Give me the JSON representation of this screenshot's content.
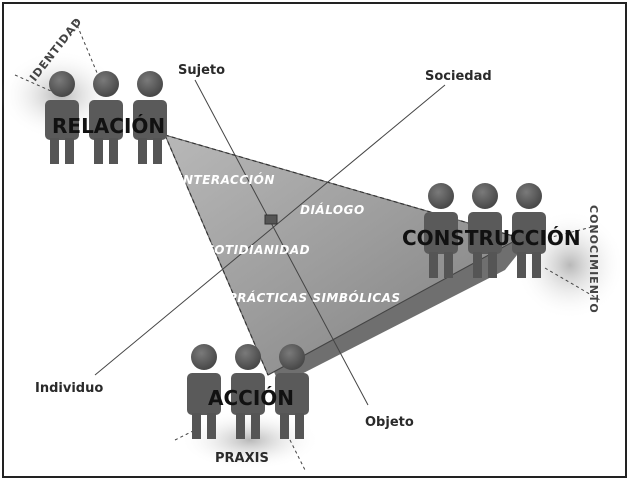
{
  "groups": {
    "relacion": "RELACIÓN",
    "construccion": "CONSTRUCCIÓN",
    "accion": "ACCIÓN"
  },
  "axes": {
    "sujeto": "Sujeto",
    "sociedad": "Sociedad",
    "individuo": "Individuo",
    "objeto": "Objeto"
  },
  "plane_labels": {
    "interaccion": "INTERACCIÓN",
    "dialogo": "DIÁLOGO",
    "cotidianidad": "COTIDIANIDAD",
    "practicas": "PRÁCTICAS SIMBÓLICAS"
  },
  "corner_labels": {
    "identidad": "IDENTIDAD",
    "conocimiento": "CONOCIMIENTO",
    "praxis": "PRAXIS"
  },
  "colors": {
    "figure": "#5a5a5a",
    "plane": "#9a9a9a",
    "plane_edge": "#5f5f5f"
  }
}
